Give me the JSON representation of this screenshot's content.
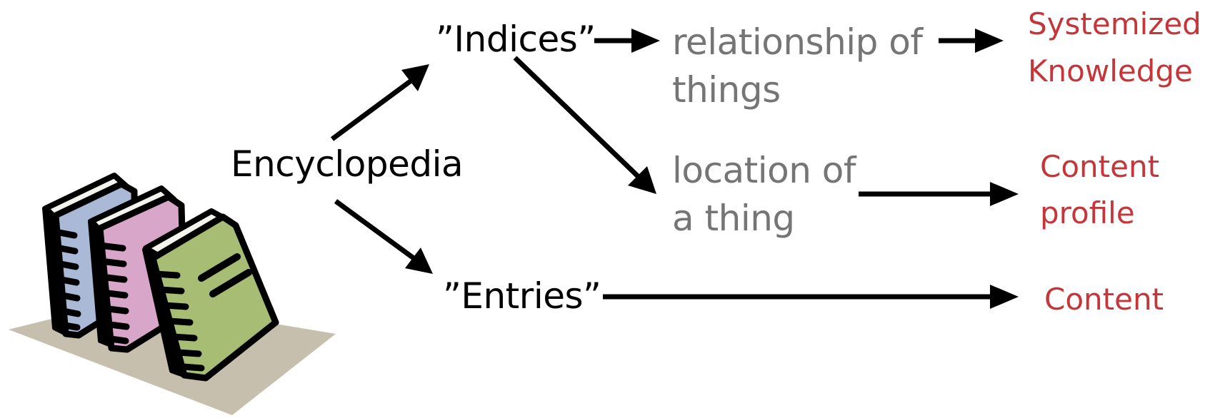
{
  "colors": {
    "text_primary": "#000000",
    "text_secondary": "#757575",
    "text_accent": "#c4363a",
    "arrow": "#000000"
  },
  "icon": {
    "name": "books-icon",
    "books": [
      {
        "name": "blue-book",
        "color": "#a9b9d6"
      },
      {
        "name": "pink-book",
        "color": "#d8a6c8"
      },
      {
        "name": "green-book",
        "color": "#a8bd74"
      }
    ],
    "shadow_color": "#c7bfae"
  },
  "nodes": {
    "encyclopedia": "Encyclopedia",
    "indices": "”Indices”",
    "entries": "”Entries”",
    "relationship_line1": "relationship of",
    "relationship_line2": "things",
    "location_line1": "location of",
    "location_line2": "a thing",
    "systemized_line1": "Systemized",
    "systemized_line2": "Knowledge",
    "content_profile_line1": "Content",
    "content_profile_line2": "profile",
    "content": "Content"
  },
  "edges": [
    {
      "from": "encyclopedia",
      "to": "indices"
    },
    {
      "from": "encyclopedia",
      "to": "entries"
    },
    {
      "from": "indices",
      "to": "relationship"
    },
    {
      "from": "indices",
      "to": "location"
    },
    {
      "from": "relationship",
      "to": "systemized_knowledge"
    },
    {
      "from": "location",
      "to": "content_profile"
    },
    {
      "from": "entries",
      "to": "content"
    }
  ]
}
